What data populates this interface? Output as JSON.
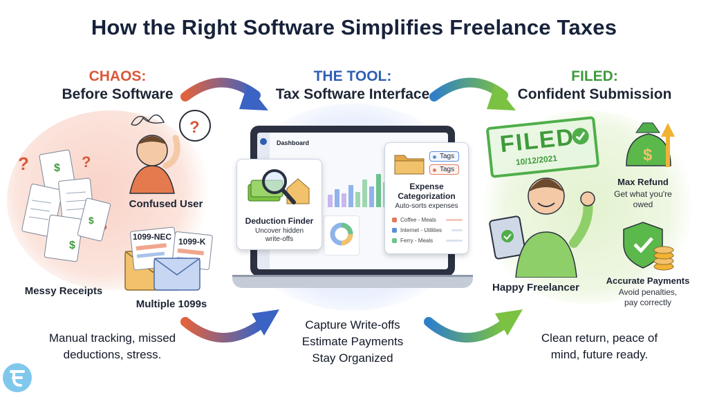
{
  "title": "How the Right Software Simplifies Freelance Taxes",
  "columns": {
    "chaos": {
      "kicker": "CHAOS:",
      "heading": "Before Software"
    },
    "tool": {
      "kicker": "THE TOOL:",
      "heading": "Tax Software Interface"
    },
    "filed": {
      "kicker": "FILED:",
      "heading": "Confident Submission"
    }
  },
  "chaos": {
    "confused_user": "Confused User",
    "messy_receipts": "Messy Receipts",
    "multiple_1099s": "Multiple 1099s",
    "form_nec": "1099-NEC",
    "form_k": "1099-K",
    "summary": "Manual tracking, missed deductions, stress."
  },
  "tool": {
    "dashboard": "Dashboard",
    "deduction_title": "Deduction Finder",
    "deduction_desc": "Uncover hidden write-offs",
    "expense_title": "Expense Categorization",
    "expense_desc": "Auto-sorts expenses",
    "tags": [
      "Tags",
      "Tags"
    ],
    "expense_rows": [
      "Coffee - Meals",
      "Internet - Utilities",
      "Ferry - Meals"
    ],
    "benefits": [
      "Capture Write-offs",
      "Estimate Payments",
      "Stay Organized"
    ]
  },
  "filed": {
    "stamp": "FILED",
    "stamp_date": "10/12/2021",
    "happy_freelancer": "Happy Freelancer",
    "max_refund": "Max Refund",
    "max_refund_desc": "Get what you're owed",
    "accurate_payments": "Accurate Payments",
    "accurate_desc": "Avoid penalties, pay correctly",
    "summary": "Clean return, peace of mind, future ready."
  },
  "colors": {
    "chaos": "#d9583a",
    "tool": "#2f5fb3",
    "filed": "#3f9a3c",
    "title": "#17223a"
  }
}
